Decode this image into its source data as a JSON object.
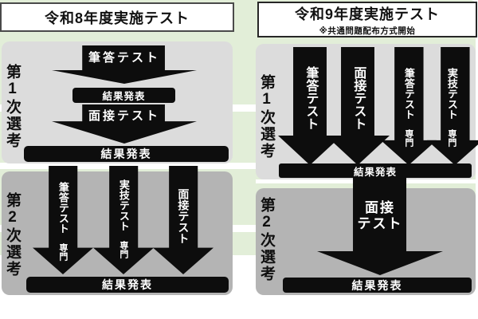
{
  "colors": {
    "backdrop_green": "#e2eed8",
    "panel_stage1_gray": "#dcdcdc",
    "panel_stage2_gray": "#b4b4b4",
    "arrow_black": "#0d0d0d",
    "text_on_arrow": "#ffffff"
  },
  "left": {
    "title": "令和8年度実施テスト",
    "stage1": {
      "label": "第1次選考",
      "arrow1": "筆答テスト",
      "result_mid": "結果発表",
      "arrow2": "面接テスト",
      "result": "結果発表"
    },
    "stage2": {
      "label": "第2次選考",
      "arrows": [
        {
          "label": "筆答テスト",
          "suffix": "専門"
        },
        {
          "label": "実技テスト",
          "suffix": "専門"
        },
        {
          "label": "面接テスト",
          "suffix": ""
        }
      ],
      "result": "結果発表"
    }
  },
  "right": {
    "title": "令和9年度実施テスト",
    "subtitle": "※共通問題配布方式開始",
    "stage1": {
      "label": "第1次選考",
      "arrows": [
        {
          "label": "筆答テスト",
          "suffix": ""
        },
        {
          "label": "面接テスト",
          "suffix": ""
        },
        {
          "label": "筆答テスト",
          "suffix": "専門"
        },
        {
          "label": "実技テスト",
          "suffix": "専門"
        }
      ],
      "result": "結果発表"
    },
    "stage2": {
      "label": "第2次選考",
      "arrow_line1": "面接",
      "arrow_line2": "テスト",
      "result": "結果発表"
    }
  }
}
